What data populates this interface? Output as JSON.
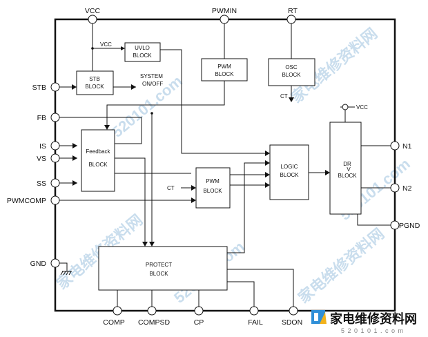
{
  "pins": {
    "vcc": "VCC",
    "pwmin": "PWMIN",
    "rt": "RT",
    "stb": "STB",
    "fb": "FB",
    "is": "IS",
    "vs": "VS",
    "ss": "SS",
    "pwmcomp": "PWMCOMP",
    "gnd": "GND",
    "n1": "N1",
    "n2": "N2",
    "pgnd": "PGND",
    "comp": "COMP",
    "compsd": "COMPSD",
    "cp": "CP",
    "fail": "FAIL",
    "sdon": "SDON"
  },
  "blocks": {
    "uvlo": [
      "UVLO",
      "BLOCK"
    ],
    "stb": [
      "STB",
      "BLOCK"
    ],
    "pwm_top": [
      "PWM",
      "BLOCK"
    ],
    "osc": [
      "OSC",
      "BLOCK"
    ],
    "feedback": [
      "Feedback",
      "BLOCK"
    ],
    "pwm_mid": [
      "PWM",
      "BLOCK"
    ],
    "logic": [
      "LOGIC",
      "BLOCK"
    ],
    "dr": [
      "DR",
      "V",
      "BLOCK"
    ],
    "protect": [
      "PROTECT",
      "BLOCK"
    ]
  },
  "signals": {
    "vcc_internal": "VCC",
    "system_onoff": [
      "SYSTEM",
      "ON/OFF"
    ],
    "ct_osc": "CT",
    "ct_pwm": "CT",
    "vcc_dr": "VCC"
  },
  "watermark": {
    "text_a": "家电维修资料网",
    "text_b": "520101.com",
    "footer": "家电维修资料网",
    "footer_url": "5 2 0 1 0 1 . c o m",
    "colors": {
      "blue": "#2f8fd8",
      "red": "#e0282a",
      "yellow": "#f2b21b"
    }
  }
}
